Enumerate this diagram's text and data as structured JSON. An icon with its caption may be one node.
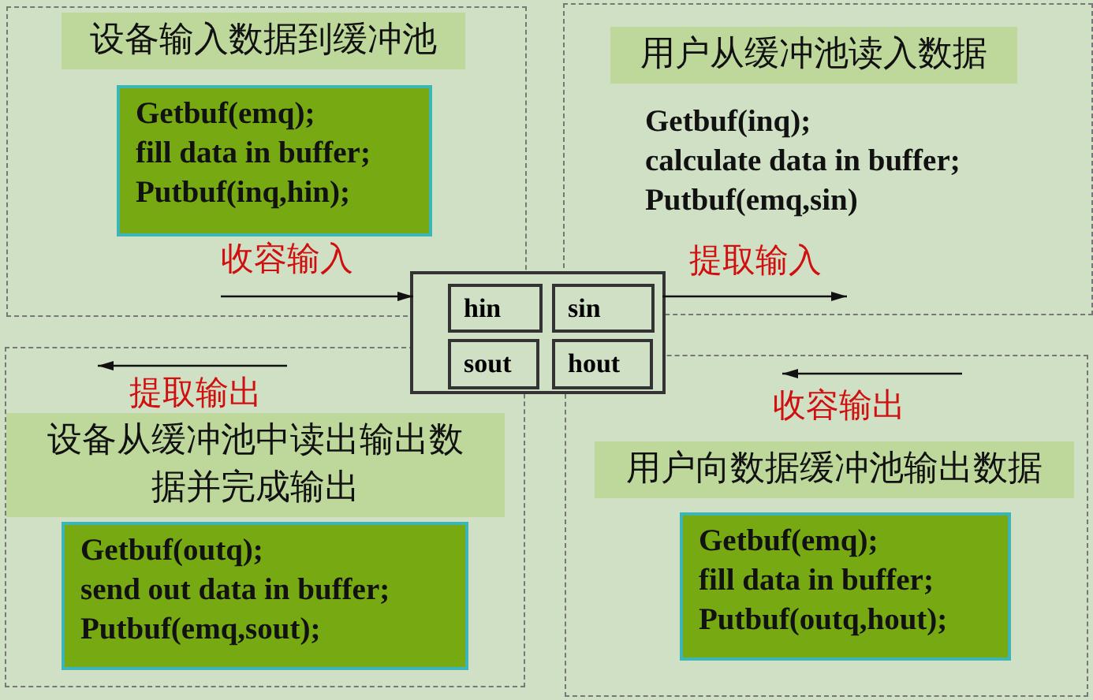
{
  "diagram": {
    "nodes": [
      {
        "text": [],
        "shape": "box"
      },
      {
        "text": [
          "设备输入数据到缓冲池"
        ],
        "in": 0
      },
      {
        "text": [
          "Getbuf(emq);",
          "fill data in buffer;",
          "Putbuf(inq,hin);"
        ],
        "in": 0
      },
      {
        "text": [],
        "shape": "box"
      },
      {
        "text": [
          "用户从缓冲池读入数据"
        ],
        "in": 3
      },
      {
        "text": [
          "Getbuf(inq);",
          "calculate data in buffer;",
          "Putbuf(emq,sin)"
        ],
        "in": 3
      },
      {
        "text": [],
        "shape": "box"
      },
      {
        "text": [
          "hin"
        ],
        "in": 6
      },
      {
        "text": [
          "sin"
        ],
        "in": 6
      },
      {
        "text": [
          "sout"
        ],
        "in": 6
      },
      {
        "text": [
          "hout"
        ],
        "in": 6
      },
      {
        "text": [],
        "shape": "box"
      },
      {
        "text": [
          "设备从缓冲池中读出输出数据并完成输出"
        ],
        "in": 11
      },
      {
        "text": [
          "Getbuf(outq);",
          "send out data in buffer;",
          "Putbuf(emq,sout);"
        ],
        "in": 11
      },
      {
        "text": [],
        "shape": "box"
      },
      {
        "text": [
          "用户向数据缓冲池输出数据"
        ],
        "in": 14
      },
      {
        "text": [
          "Getbuf(emq);",
          "fill data in buffer;",
          "Putbuf(outq,hout);"
        ],
        "in": 14
      }
    ],
    "edges": [
      {
        "from": null,
        "to": 6,
        "arrow": "to",
        "label": "收容输入"
      },
      {
        "from": 6,
        "to": 3,
        "arrow": "to",
        "label": "提取输入"
      }
    ],
    "labels": [
      "提取输出",
      "收容输出"
    ]
  }
}
